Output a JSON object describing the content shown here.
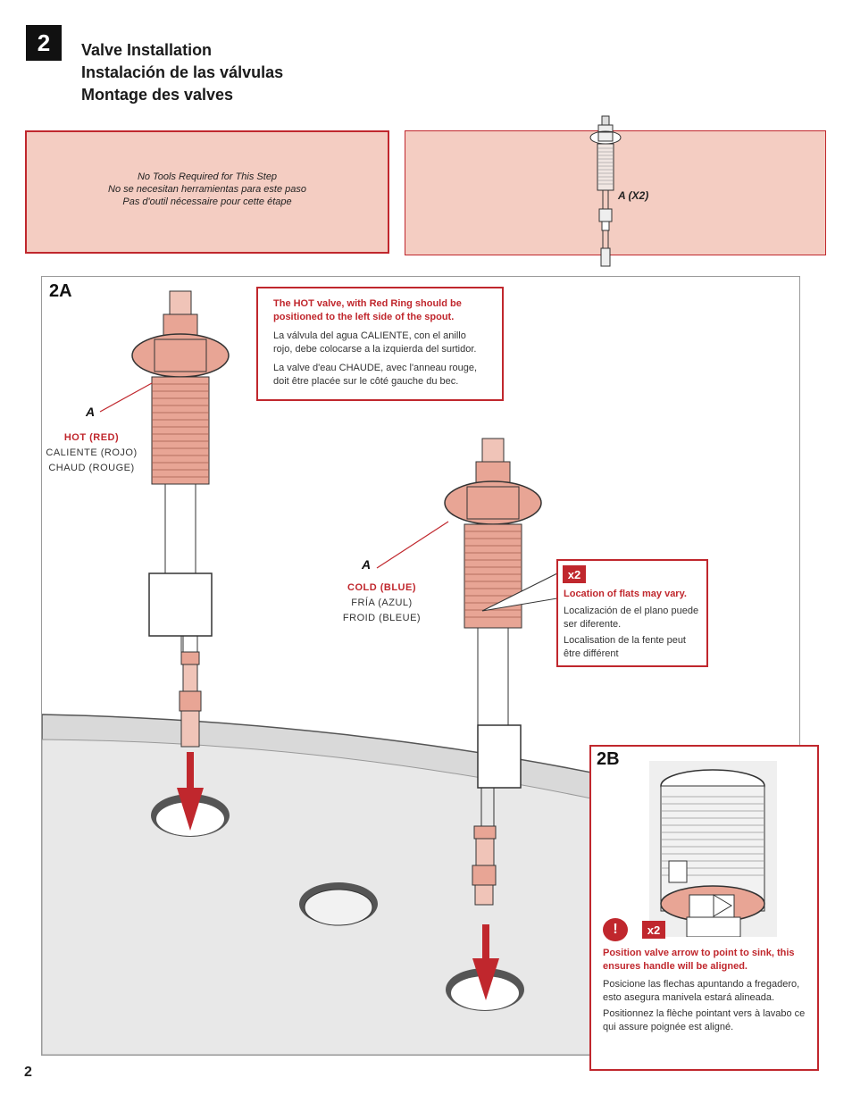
{
  "step": {
    "number": "2"
  },
  "titles": [
    "Valve Installation",
    "Instalación de las válvulas",
    "Montage des valves"
  ],
  "tools": {
    "lines": [
      "No Tools Required for This Step",
      "No se necesitan herramientas para este paso",
      "Pas d'outil nécessaire pour cette étape"
    ]
  },
  "parts": {
    "label": "A (X2)"
  },
  "section_2a": {
    "label": "2A",
    "callout": {
      "heading": "The HOT valve, with Red Ring should be positioned to the left side of the spout.",
      "es": "La válvula del agua CALIENTE, con el anillo rojo, debe colocarse a la izquierda del surtidor.",
      "fr": "La valve d'eau CHAUDE, avec l'anneau rouge, doit être placée sur le côté gauche du bec."
    },
    "hot": {
      "part": "A",
      "en": "HOT  (RED)",
      "es": "CALIENTE  (ROJO)",
      "fr": "CHAUD  (ROUGE)"
    },
    "cold": {
      "part": "A",
      "en": "COLD  (BLUE)",
      "es": "FRÍA  (AZUL)",
      "fr": "FROID  (BLEUE)"
    },
    "flats": {
      "badge": "x2",
      "en": "Location of flats may vary.",
      "es": "Localización de el plano puede ser diferente.",
      "fr": "Localisation de la fente peut être différent"
    }
  },
  "section_2b": {
    "label": "2B",
    "warning_icon": "!",
    "badge": "x2",
    "en": "Position valve arrow to point to sink, this ensures handle will be aligned.",
    "es": "Posicione las flechas apuntando a fregadero, esto asegura manivela estará alineada.",
    "fr": "Positionnez la flèche pointant vers à lavabo ce qui assure poignée est aligné."
  },
  "page": {
    "number": "2"
  },
  "colors": {
    "accent_red": "#c0272d",
    "pink_fill": "#f4cdc2",
    "copper": "#e8a595"
  }
}
